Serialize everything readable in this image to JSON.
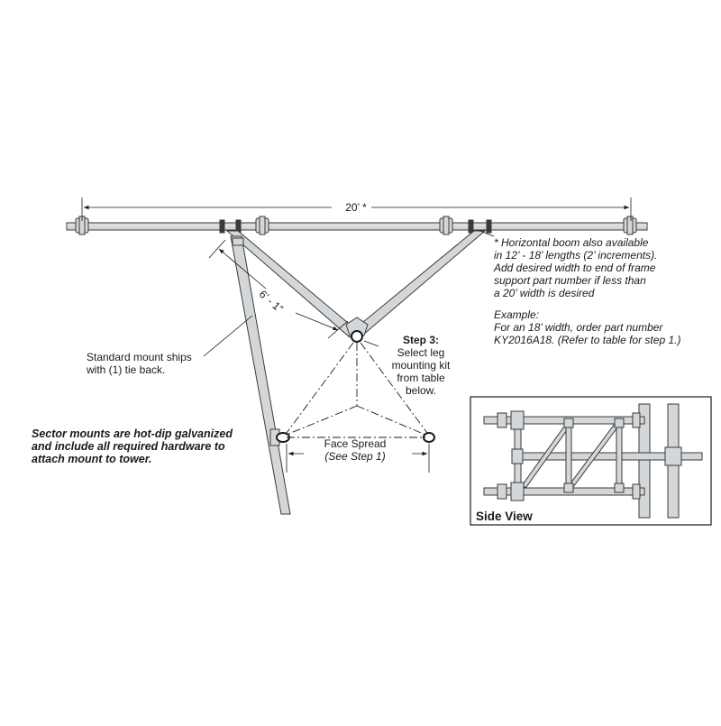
{
  "dimensions": {
    "width_label": "20’ *",
    "diagonal_label": "6’ - 1”",
    "face_spread_label": "Face Spread",
    "face_spread_sub": "(See Step 1)"
  },
  "notes": {
    "boom_lines": [
      "* Horizontal boom also available",
      "in 12’ - 18’ lengths (2’ increments).",
      "Add desired width to end of frame",
      "support part number if less than",
      "a 20’ width is desired"
    ],
    "example_lines": [
      "Example:",
      "For an 18’ width, order part number",
      "KY2016A18. (Refer to table for step 1.)"
    ]
  },
  "step3": {
    "title": "Step 3:",
    "lines": [
      "Select leg",
      "mounting kit",
      "from table",
      "below."
    ]
  },
  "standard_mount": {
    "lines": [
      "Standard mount ships",
      "with (1) tie back."
    ]
  },
  "sector_mounts": {
    "lines": [
      "Sector mounts are hot-dip galvanized",
      "and include all required hardware to",
      "attach mount to tower."
    ]
  },
  "side_view": {
    "label": "Side View"
  },
  "colors": {
    "pipe_fill": "#d4d7d9",
    "pipe_stroke": "#3a3a3a",
    "line": "#1a1a1a"
  }
}
